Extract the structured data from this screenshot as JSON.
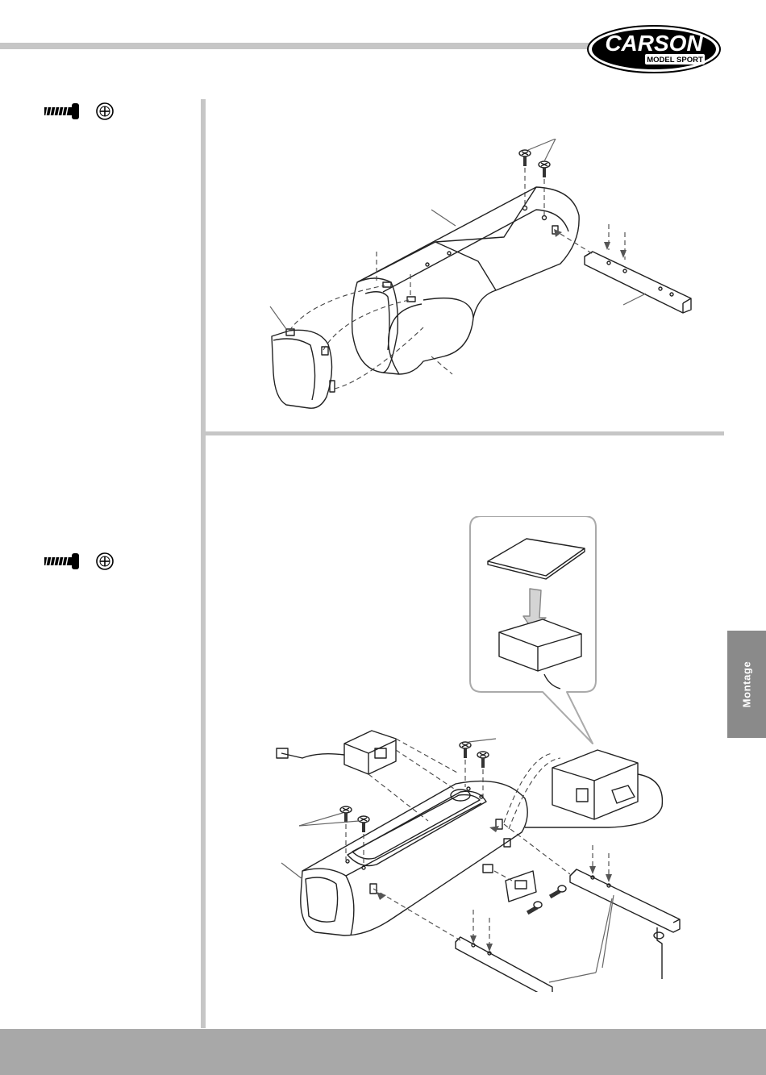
{
  "brand": {
    "name": "CARSON",
    "tagline": "MODEL SPORT"
  },
  "side_tab": {
    "label": "Montage"
  },
  "steps": [
    {
      "hardware": {
        "screw_icon": "screw-icon",
        "drive_icon": "phillips-head-icon"
      }
    },
    {
      "hardware": {
        "screw_icon": "screw-icon",
        "drive_icon": "phillips-head-icon"
      }
    }
  ],
  "colors": {
    "rule_gray": "#c6c6c6",
    "tab_gray": "#8a8a8a",
    "footer_gray": "#a8a8a8",
    "line": "#222222"
  }
}
